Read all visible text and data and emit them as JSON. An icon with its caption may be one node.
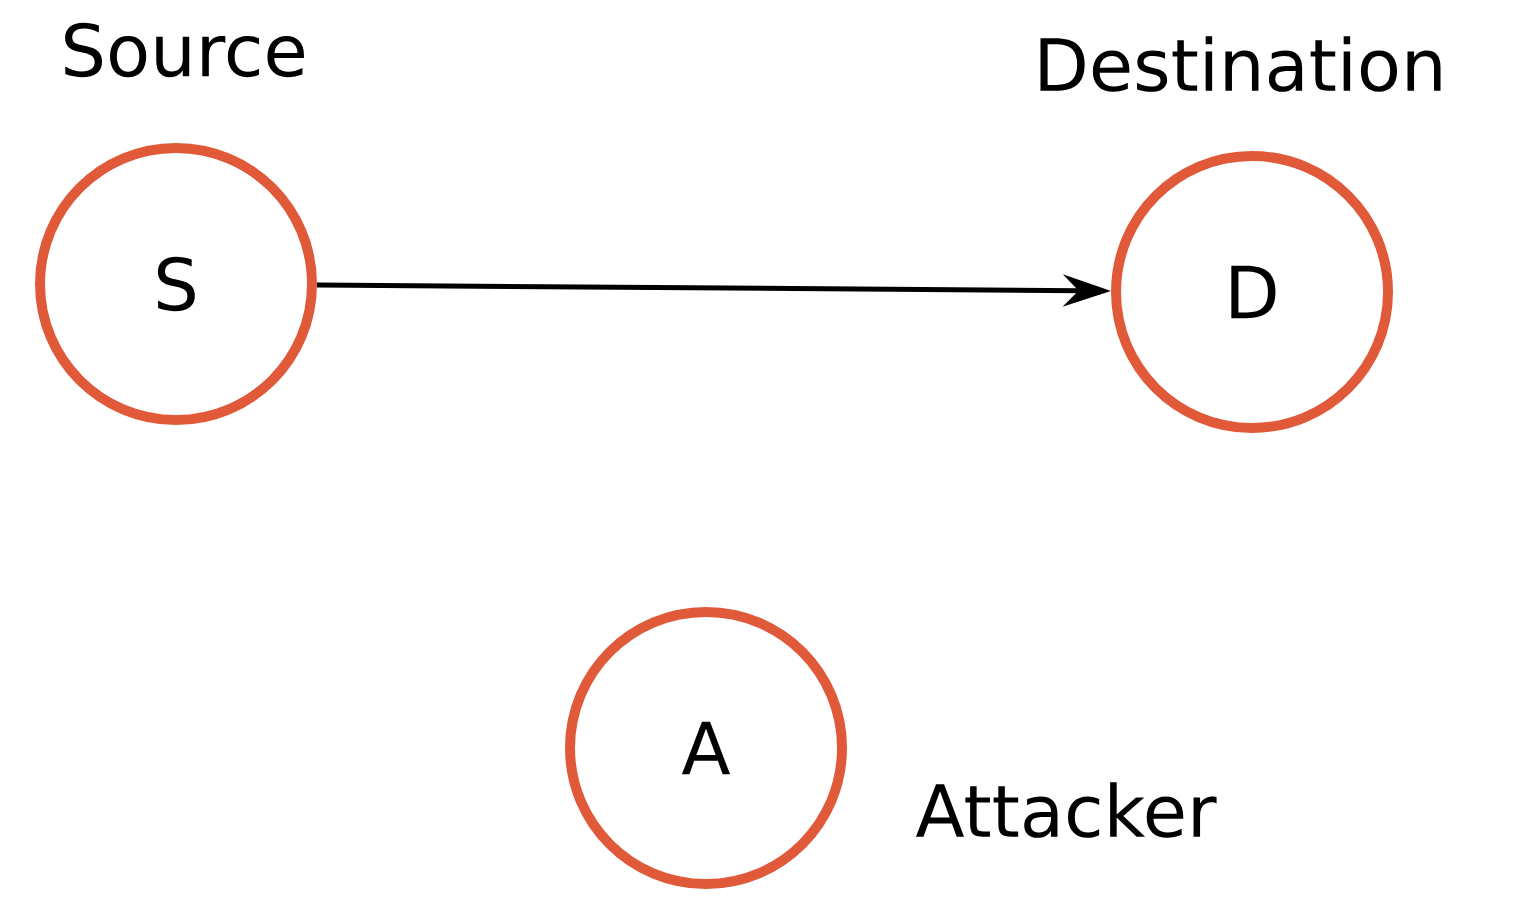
{
  "diagram": {
    "nodes": [
      {
        "text": [
          "S"
        ],
        "beside": [
          "Source"
        ]
      },
      {
        "text": [
          "D"
        ],
        "beside": [
          "Destination"
        ]
      },
      {
        "text": [
          "A"
        ],
        "beside": [
          "Attacker"
        ]
      }
    ],
    "edges": [
      {
        "from": 0,
        "to": 1,
        "arrow": "to"
      }
    ]
  }
}
